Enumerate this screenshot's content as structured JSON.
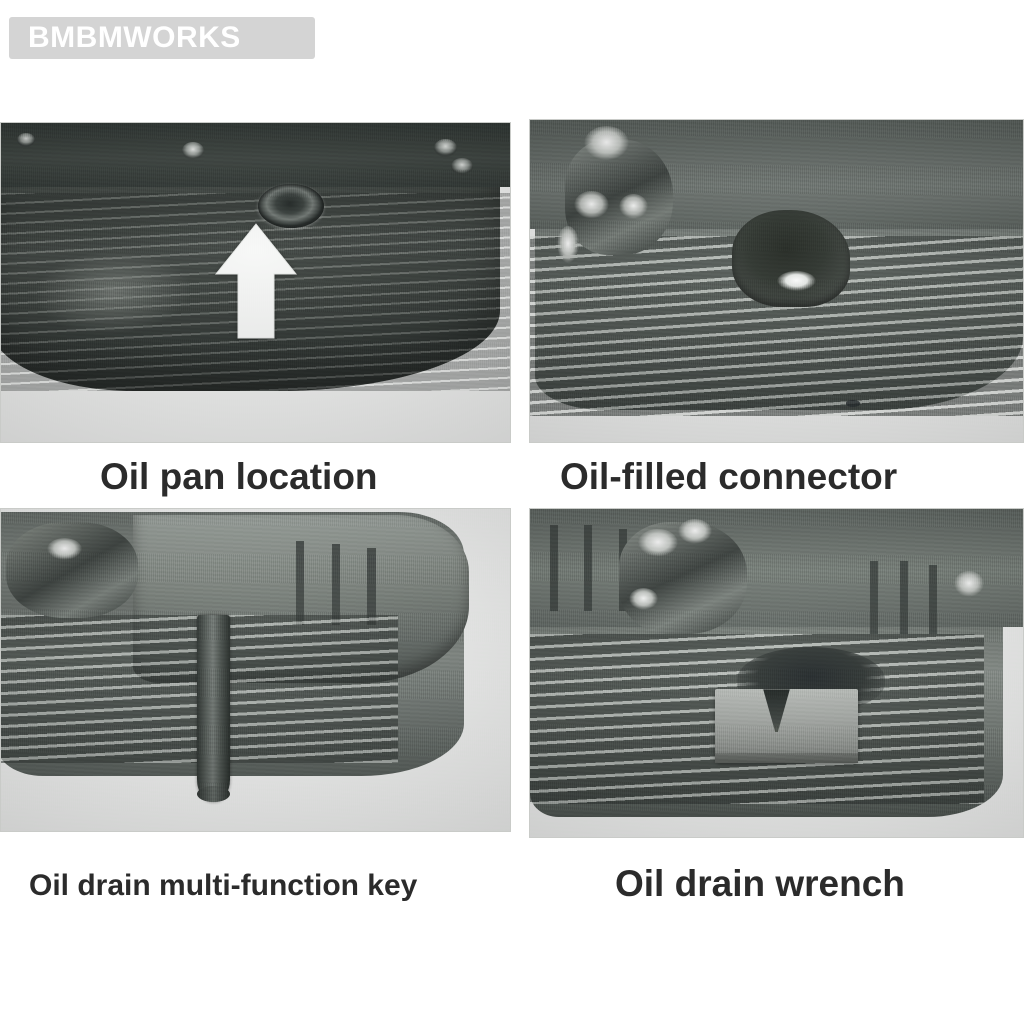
{
  "watermark": {
    "text": "BMBMWORKS",
    "band_color": "#d4d4d4",
    "text_color": "#ffffff"
  },
  "layout": {
    "columns": 2,
    "rows": 2,
    "background_color": "#ffffff",
    "caption_color": "#2b2b2b"
  },
  "panels": [
    {
      "id": "panel-oil-pan-location",
      "caption": "Oil pan location",
      "subject": "Automatic transmission / engine oil pan seen from below with the drain plug highlighted",
      "annotation": {
        "type": "arrow",
        "direction": "up",
        "color": "#ffffff",
        "points_at": "drain plug"
      }
    },
    {
      "id": "panel-oil-filled-connector",
      "caption": "Oil-filled connector",
      "subject": "Close-up of the oil fill connector boss on the ribbed oil pan"
    },
    {
      "id": "panel-oil-drain-multi-function-key",
      "caption": "Oil drain multi-function key",
      "subject": "Cylindrical multi-function key tool inserted into the oil drain port"
    },
    {
      "id": "panel-oil-drain-wrench",
      "caption": "Oil drain wrench",
      "subject": "Notched oil drain wrench engaged on the drain plug of the oil pan"
    }
  ]
}
